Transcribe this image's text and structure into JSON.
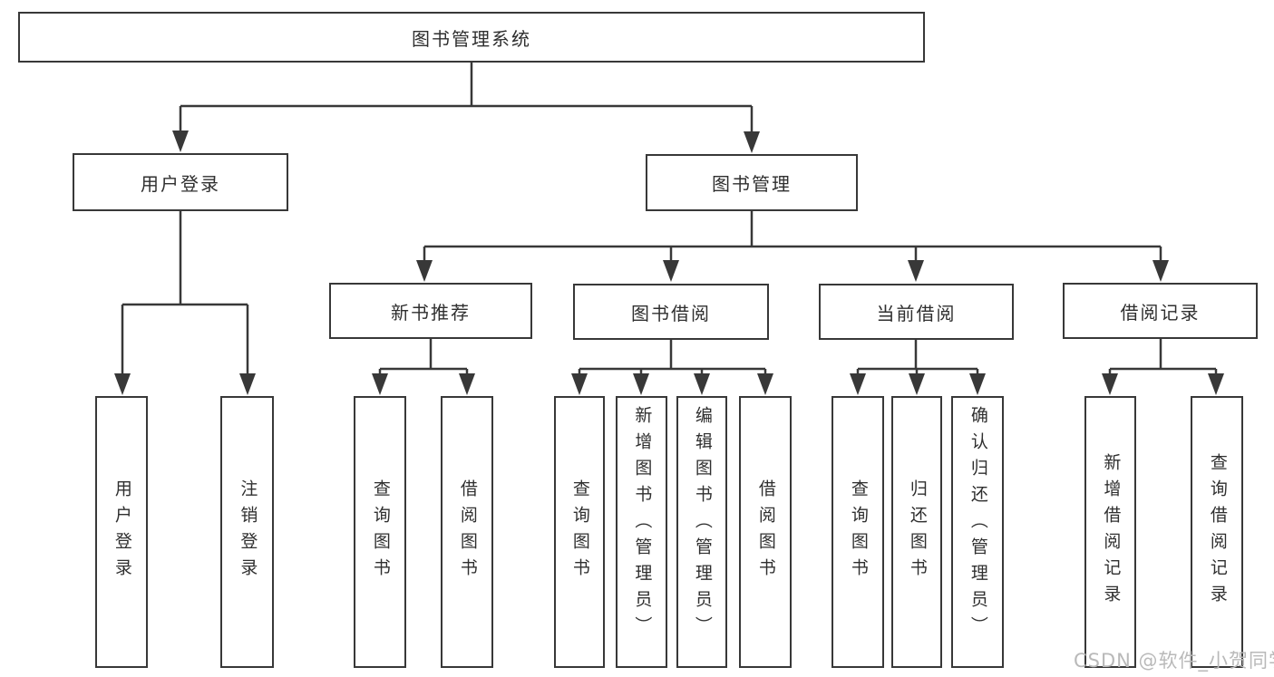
{
  "tree": {
    "root": {
      "label": "图书管理系统"
    },
    "branches": [
      {
        "label": "用户登录",
        "children": [
          {
            "label": "用户登录"
          },
          {
            "label": "注销登录"
          }
        ]
      },
      {
        "label": "图书管理",
        "children": [
          {
            "label": "新书推荐",
            "children": [
              {
                "label": "查询图书"
              },
              {
                "label": "借阅图书"
              }
            ]
          },
          {
            "label": "图书借阅",
            "children": [
              {
                "label": "查询图书"
              },
              {
                "label": "新增图书（管理员）"
              },
              {
                "label": "编辑图书（管理员）"
              },
              {
                "label": "借阅图书"
              }
            ]
          },
          {
            "label": "当前借阅",
            "children": [
              {
                "label": "查询图书"
              },
              {
                "label": "归还图书"
              },
              {
                "label": "确认归还（管理员）"
              }
            ]
          },
          {
            "label": "借阅记录",
            "children": [
              {
                "label": "新增借阅记录"
              },
              {
                "label": "查询借阅记录"
              }
            ]
          }
        ]
      }
    ]
  },
  "watermark": {
    "text": "CSDN @软件_小贺同学"
  },
  "colors": {
    "line": "#383838",
    "text": "#2f2f2f",
    "watermark": "#b9b9b9",
    "background": "#ffffff"
  }
}
